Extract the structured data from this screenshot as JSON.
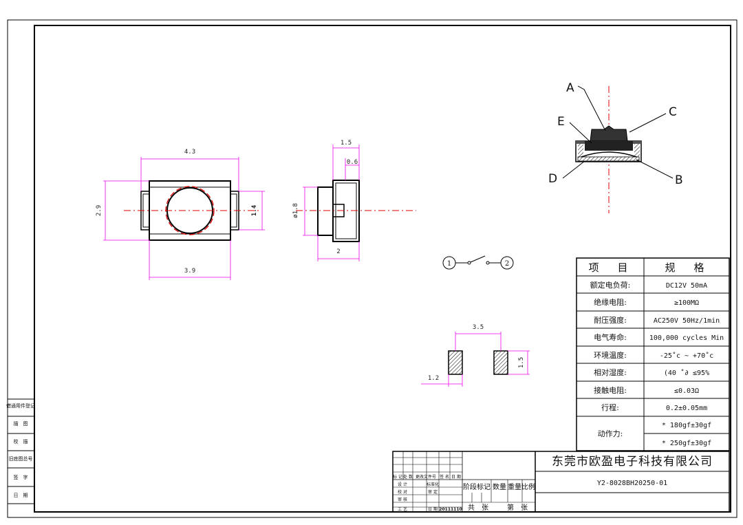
{
  "drawing": {
    "dims": {
      "top_width": "4.3",
      "height": "2.9",
      "inner": "1.4",
      "bottom_width": "3.9",
      "side_w": "1.5",
      "side_0_6": "0.6",
      "diameter": "ø1.8",
      "side_2": "2",
      "pad_spacing": "3.5",
      "pad_w": "1.2",
      "pad_h": "1.5"
    },
    "section_labels": [
      "A",
      "B",
      "C",
      "D",
      "E"
    ],
    "circuit": {
      "left": "1",
      "right": "2"
    }
  },
  "spec_table": {
    "header": [
      "项　目",
      "规　格"
    ],
    "rows": [
      {
        "item": "额定电负荷:",
        "spec": "DC12V  50mA"
      },
      {
        "item": "绝缘电阻:",
        "spec": "≥100MΩ"
      },
      {
        "item": "耐压强度:",
        "spec": "AC250V  50Hz/1min"
      },
      {
        "item": "电气寿命:",
        "spec": "100,000 cycles Min"
      },
      {
        "item": "环境温度:",
        "spec": "-25˚c ~ +70˚c"
      },
      {
        "item": "相对湿度:",
        "spec": "(40 ˚∂ ≤95%"
      },
      {
        "item": "接触电阻:",
        "spec": "≤0.03Ω"
      },
      {
        "item": "行程:",
        "spec": "0.2±0.05mm"
      }
    ],
    "force_label": "动作力:",
    "force_values": [
      "* 180gf±30gf",
      "* 250gf±30gf"
    ]
  },
  "title_block": {
    "company": "东莞市欧盈电子科技有限公司",
    "drawing_no": "Y2-8028BH20250-01",
    "row_headers": [
      "标 记",
      "处 数",
      "更改文件号",
      "签 名",
      "日 期"
    ],
    "left_rows": [
      "设 计",
      "校 对",
      "审 核",
      "工 艺"
    ],
    "mid_labels": [
      "标准化",
      "审 定",
      "",
      "日 期"
    ],
    "date": "20111110",
    "stage_cols": [
      "阶段标记",
      "数量",
      "重量",
      "比例"
    ],
    "sheets": [
      "共　张",
      "第　张"
    ]
  },
  "side_column": [
    "借通用件登记",
    "描　图",
    "校　描",
    "旧底图总号",
    "签　字",
    "日　期"
  ]
}
